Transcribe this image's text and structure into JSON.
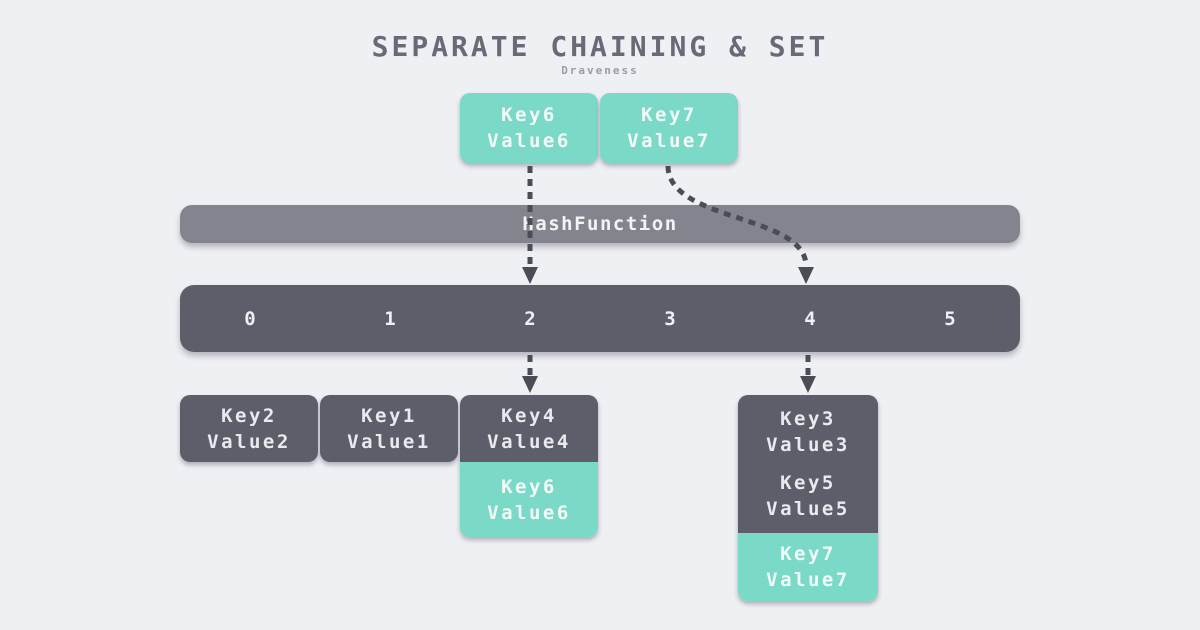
{
  "title": "SEPARATE CHAINING & SET",
  "subtitle": "Draveness",
  "incoming": [
    {
      "key": "Key6",
      "value": "Value6"
    },
    {
      "key": "Key7",
      "value": "Value7"
    }
  ],
  "hash_function": "HashFunction",
  "buckets": [
    "0",
    "1",
    "2",
    "3",
    "4",
    "5"
  ],
  "chains": [
    {
      "bucket": "0",
      "entries": [
        {
          "key": "Key2",
          "value": "Value2",
          "highlighted": false
        }
      ]
    },
    {
      "bucket": "1",
      "entries": [
        {
          "key": "Key1",
          "value": "Value1",
          "highlighted": false
        }
      ]
    },
    {
      "bucket": "2",
      "entries": [
        {
          "key": "Key4",
          "value": "Value4",
          "highlighted": false
        },
        {
          "key": "Key6",
          "value": "Value6",
          "highlighted": true
        }
      ]
    },
    {
      "bucket": "4",
      "entries": [
        {
          "key": "Key3",
          "value": "Value3",
          "highlighted": false
        },
        {
          "key": "Key5",
          "value": "Value5",
          "highlighted": false
        },
        {
          "key": "Key7",
          "value": "Value7",
          "highlighted": true
        }
      ]
    }
  ],
  "colors": {
    "background": "#eff0f3",
    "highlight_teal": "#7bd9c8",
    "bucket_dark": "#5e5e6a",
    "hash_bar_gray": "#84848e",
    "arrow_gray": "#4c4c57",
    "title_gray": "#696977",
    "subtitle_gray": "#9b9ba8"
  }
}
